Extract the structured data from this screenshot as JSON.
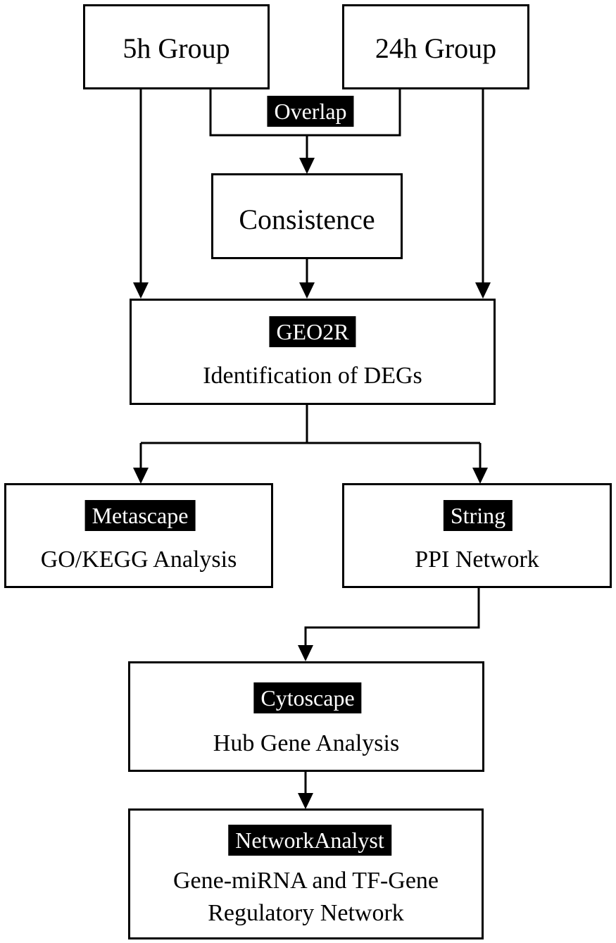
{
  "diagram": {
    "group_5h": "5h Group",
    "group_24h": "24h Group",
    "overlap": "Overlap",
    "consistence": "Consistence",
    "geo2r": {
      "tool": "GEO2R",
      "desc": "Identification of DEGs"
    },
    "metascape": {
      "tool": "Metascape",
      "desc": "GO/KEGG Analysis"
    },
    "string": {
      "tool": "String",
      "desc": "PPI Network"
    },
    "cytoscape": {
      "tool": "Cytoscape",
      "desc": "Hub Gene Analysis"
    },
    "networkanalyst": {
      "tool": "NetworkAnalyst",
      "desc_line1": "Gene-miRNA and TF-Gene",
      "desc_line2": "Regulatory Network"
    }
  }
}
